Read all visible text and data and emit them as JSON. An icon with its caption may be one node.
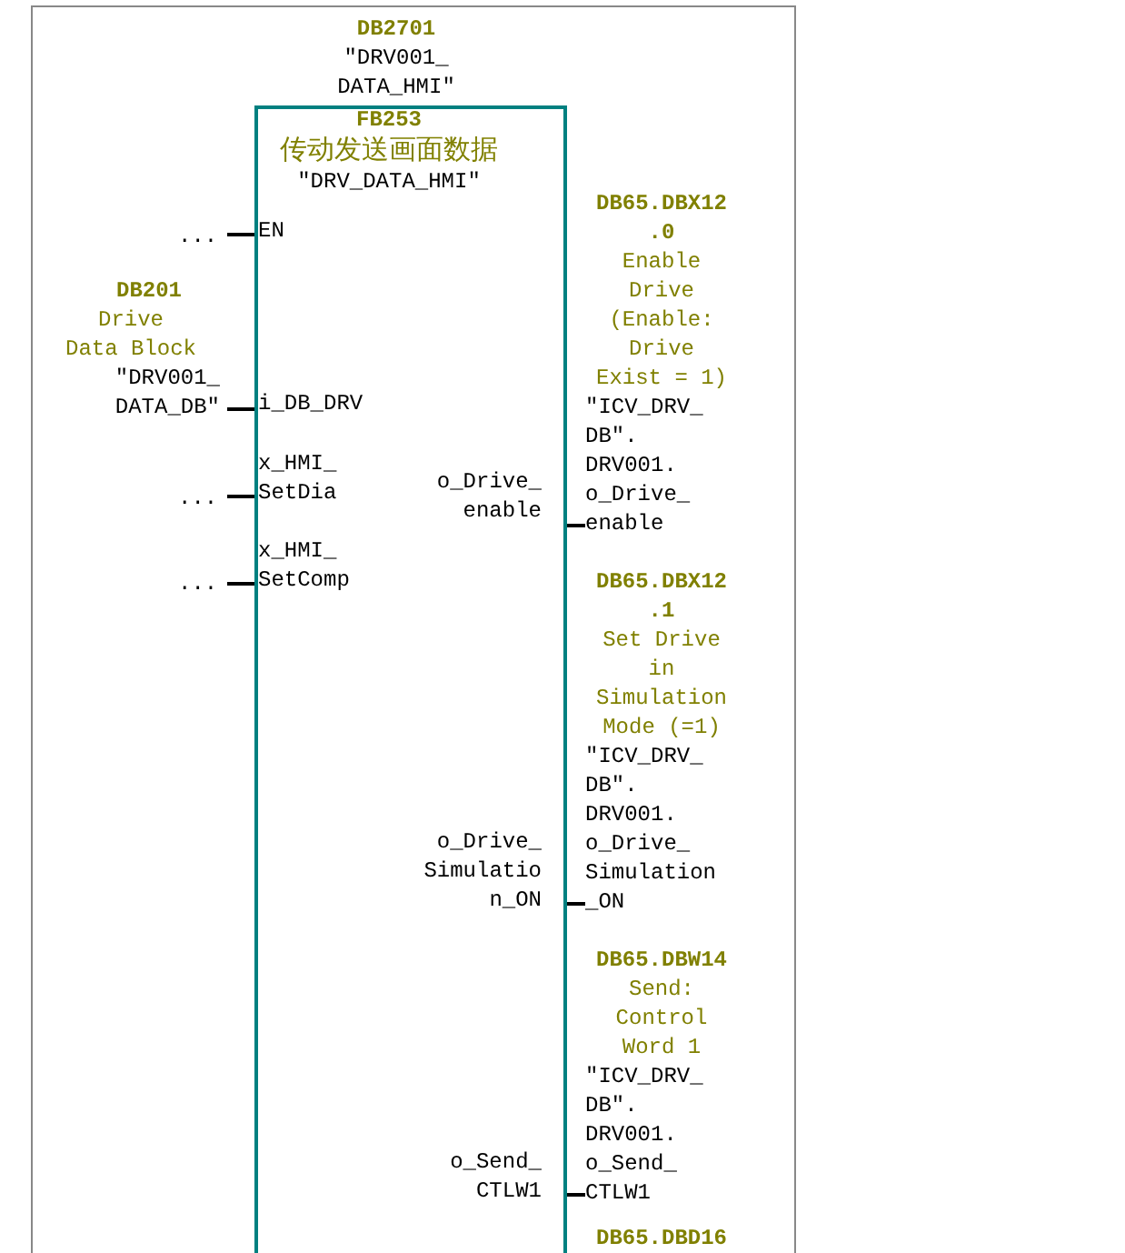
{
  "diagram": {
    "nodes": [
      {
        "text": [
          "FB253",
          "传动发送画面数据",
          "″DRV_DATA_HMI″"
        ],
        "beside": [
          "DB2701",
          "″DRV001_ DATA_HMI″"
        ]
      },
      {
        "text": [
          "..."
        ]
      },
      {
        "text": [
          "DB201",
          "Drive Data Block",
          "″DRV001_ DATA_DB″"
        ]
      },
      {
        "text": [
          "..."
        ]
      },
      {
        "text": [
          "..."
        ]
      },
      {
        "text": [
          "DB65.DBX12 .0",
          "Enable Drive (Enable: Drive Exist = 1)",
          "″ICV_DRV_ DB″. DRV001. o_Drive_ enable"
        ]
      },
      {
        "text": [
          "DB65.DBX12 .1",
          "Set Drive in Simulation Mode (=1)",
          "″ICV_DRV_ DB″. DRV001. o_Drive_ Simulation _ON"
        ]
      },
      {
        "text": [
          "DB65.DBW14",
          "Send: Control Word 1",
          "″ICV_DRV_ DB″. DRV001. o_Send_ CTLW1"
        ]
      },
      {
        "text": [
          "DB65.DBD16"
        ]
      }
    ],
    "edges": [
      {
        "from": 1,
        "to": 0,
        "arrow": "none"
      },
      {
        "from": 2,
        "to": 0,
        "arrow": "none"
      },
      {
        "from": 3,
        "to": 0,
        "arrow": "none"
      },
      {
        "from": 4,
        "to": 0,
        "arrow": "none"
      },
      {
        "from": 0,
        "to": 5,
        "arrow": "none"
      },
      {
        "from": 0,
        "to": 6,
        "arrow": "none"
      },
      {
        "from": 0,
        "to": 7,
        "arrow": "none"
      }
    ],
    "labels": [
      "EN",
      "i_DB_DRV",
      "x_HMI_ SetDia",
      "x_HMI_ SetComp",
      "o_Drive_ enable",
      "o_Drive_ Simulatio n_ON",
      "o_Send_ CTLW1"
    ]
  }
}
